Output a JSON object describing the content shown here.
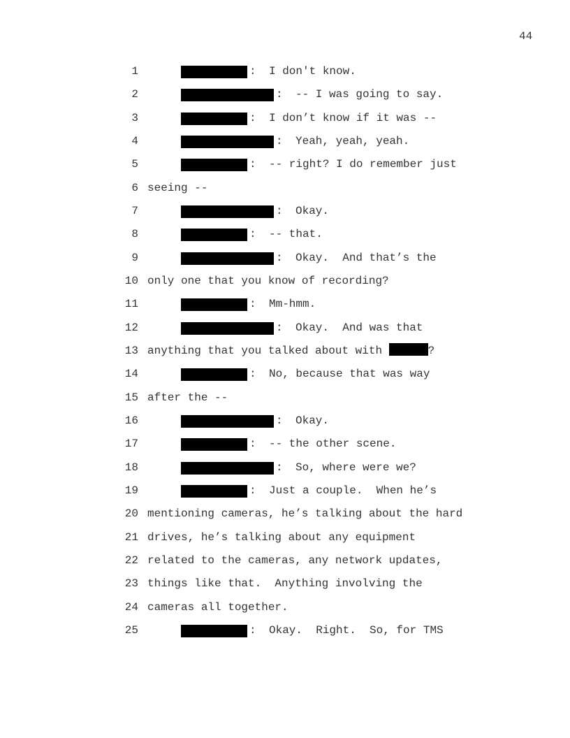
{
  "page_number": "44",
  "lines": [
    {
      "n": "1",
      "speaker": "short",
      "text": "I don't know."
    },
    {
      "n": "2",
      "speaker": "long",
      "text": "-- I was going to say."
    },
    {
      "n": "3",
      "speaker": "short",
      "text": "I don’t know if it was --"
    },
    {
      "n": "4",
      "speaker": "long",
      "text": "Yeah, yeah, yeah."
    },
    {
      "n": "5",
      "speaker": "short",
      "text": "-- right? I do remember just"
    },
    {
      "n": "6",
      "speaker": null,
      "text": "seeing --"
    },
    {
      "n": "7",
      "speaker": "long",
      "text": "Okay."
    },
    {
      "n": "8",
      "speaker": "short",
      "text": "-- that."
    },
    {
      "n": "9",
      "speaker": "long",
      "text": "Okay.  And that’s the"
    },
    {
      "n": "10",
      "speaker": null,
      "text": "only one that you know of recording?"
    },
    {
      "n": "11",
      "speaker": "short",
      "text": "Mm-hmm."
    },
    {
      "n": "12",
      "speaker": "long",
      "text": "Okay.  And was that"
    },
    {
      "n": "13",
      "speaker": null,
      "text": "anything that you talked about with ",
      "redacted_tail": "?"
    },
    {
      "n": "14",
      "speaker": "short",
      "text": "No, because that was way"
    },
    {
      "n": "15",
      "speaker": null,
      "text": "after the --"
    },
    {
      "n": "16",
      "speaker": "long",
      "text": "Okay."
    },
    {
      "n": "17",
      "speaker": "short",
      "text": "-- the other scene."
    },
    {
      "n": "18",
      "speaker": "long",
      "text": "So, where were we?"
    },
    {
      "n": "19",
      "speaker": "short",
      "text": "Just a couple.  When he’s"
    },
    {
      "n": "20",
      "speaker": null,
      "text": "mentioning cameras, he’s talking about the hard"
    },
    {
      "n": "21",
      "speaker": null,
      "text": "drives, he’s talking about any equipment"
    },
    {
      "n": "22",
      "speaker": null,
      "text": "related to the cameras, any network updates,"
    },
    {
      "n": "23",
      "speaker": null,
      "text": "things like that.  Anything involving the"
    },
    {
      "n": "24",
      "speaker": null,
      "text": "cameras all together."
    },
    {
      "n": "25",
      "speaker": "short",
      "text": "Okay.  Right.  So, for TMS"
    }
  ]
}
